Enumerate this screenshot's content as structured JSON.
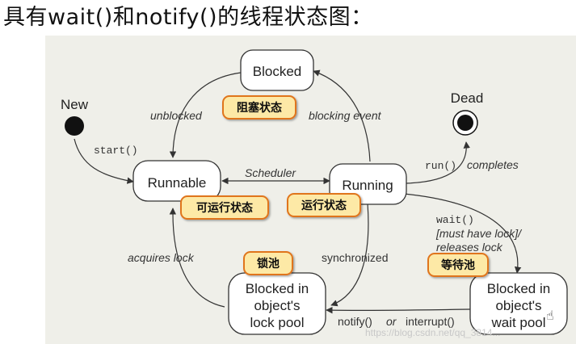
{
  "title": "具有wait()和notify()的线程状态图：",
  "states": {
    "new": "New",
    "dead": "Dead",
    "blocked": "Blocked",
    "runnable": "Runnable",
    "running": "Running",
    "lock_pool": [
      "Blocked in",
      "object's",
      "lock pool"
    ],
    "wait_pool": [
      "Blocked in",
      "object's",
      "wait pool"
    ]
  },
  "transitions": {
    "start": "start()",
    "unblocked": "unblocked",
    "blocking_event": "blocking event",
    "scheduler": "Scheduler",
    "run_completes_code": "run()",
    "run_completes_text": "completes",
    "wait": [
      "wait()",
      "[must have lock]/",
      "releases lock"
    ],
    "acquires_lock": "acquires lock",
    "synchronized": "synchronized",
    "notify": "notify()",
    "or": "or",
    "interrupt": "interrupt()"
  },
  "tags": {
    "blocked": "阻塞状态",
    "runnable": "可运行状态",
    "running": "运行状态",
    "lock_pool": "锁池",
    "wait_pool": "等待池"
  },
  "watermark": "https://blog.csdn.net/qq_3814...",
  "colors": {
    "panel": "#efefe9",
    "tag_fill": "#fde9a6",
    "tag_border": "#e0741a"
  }
}
